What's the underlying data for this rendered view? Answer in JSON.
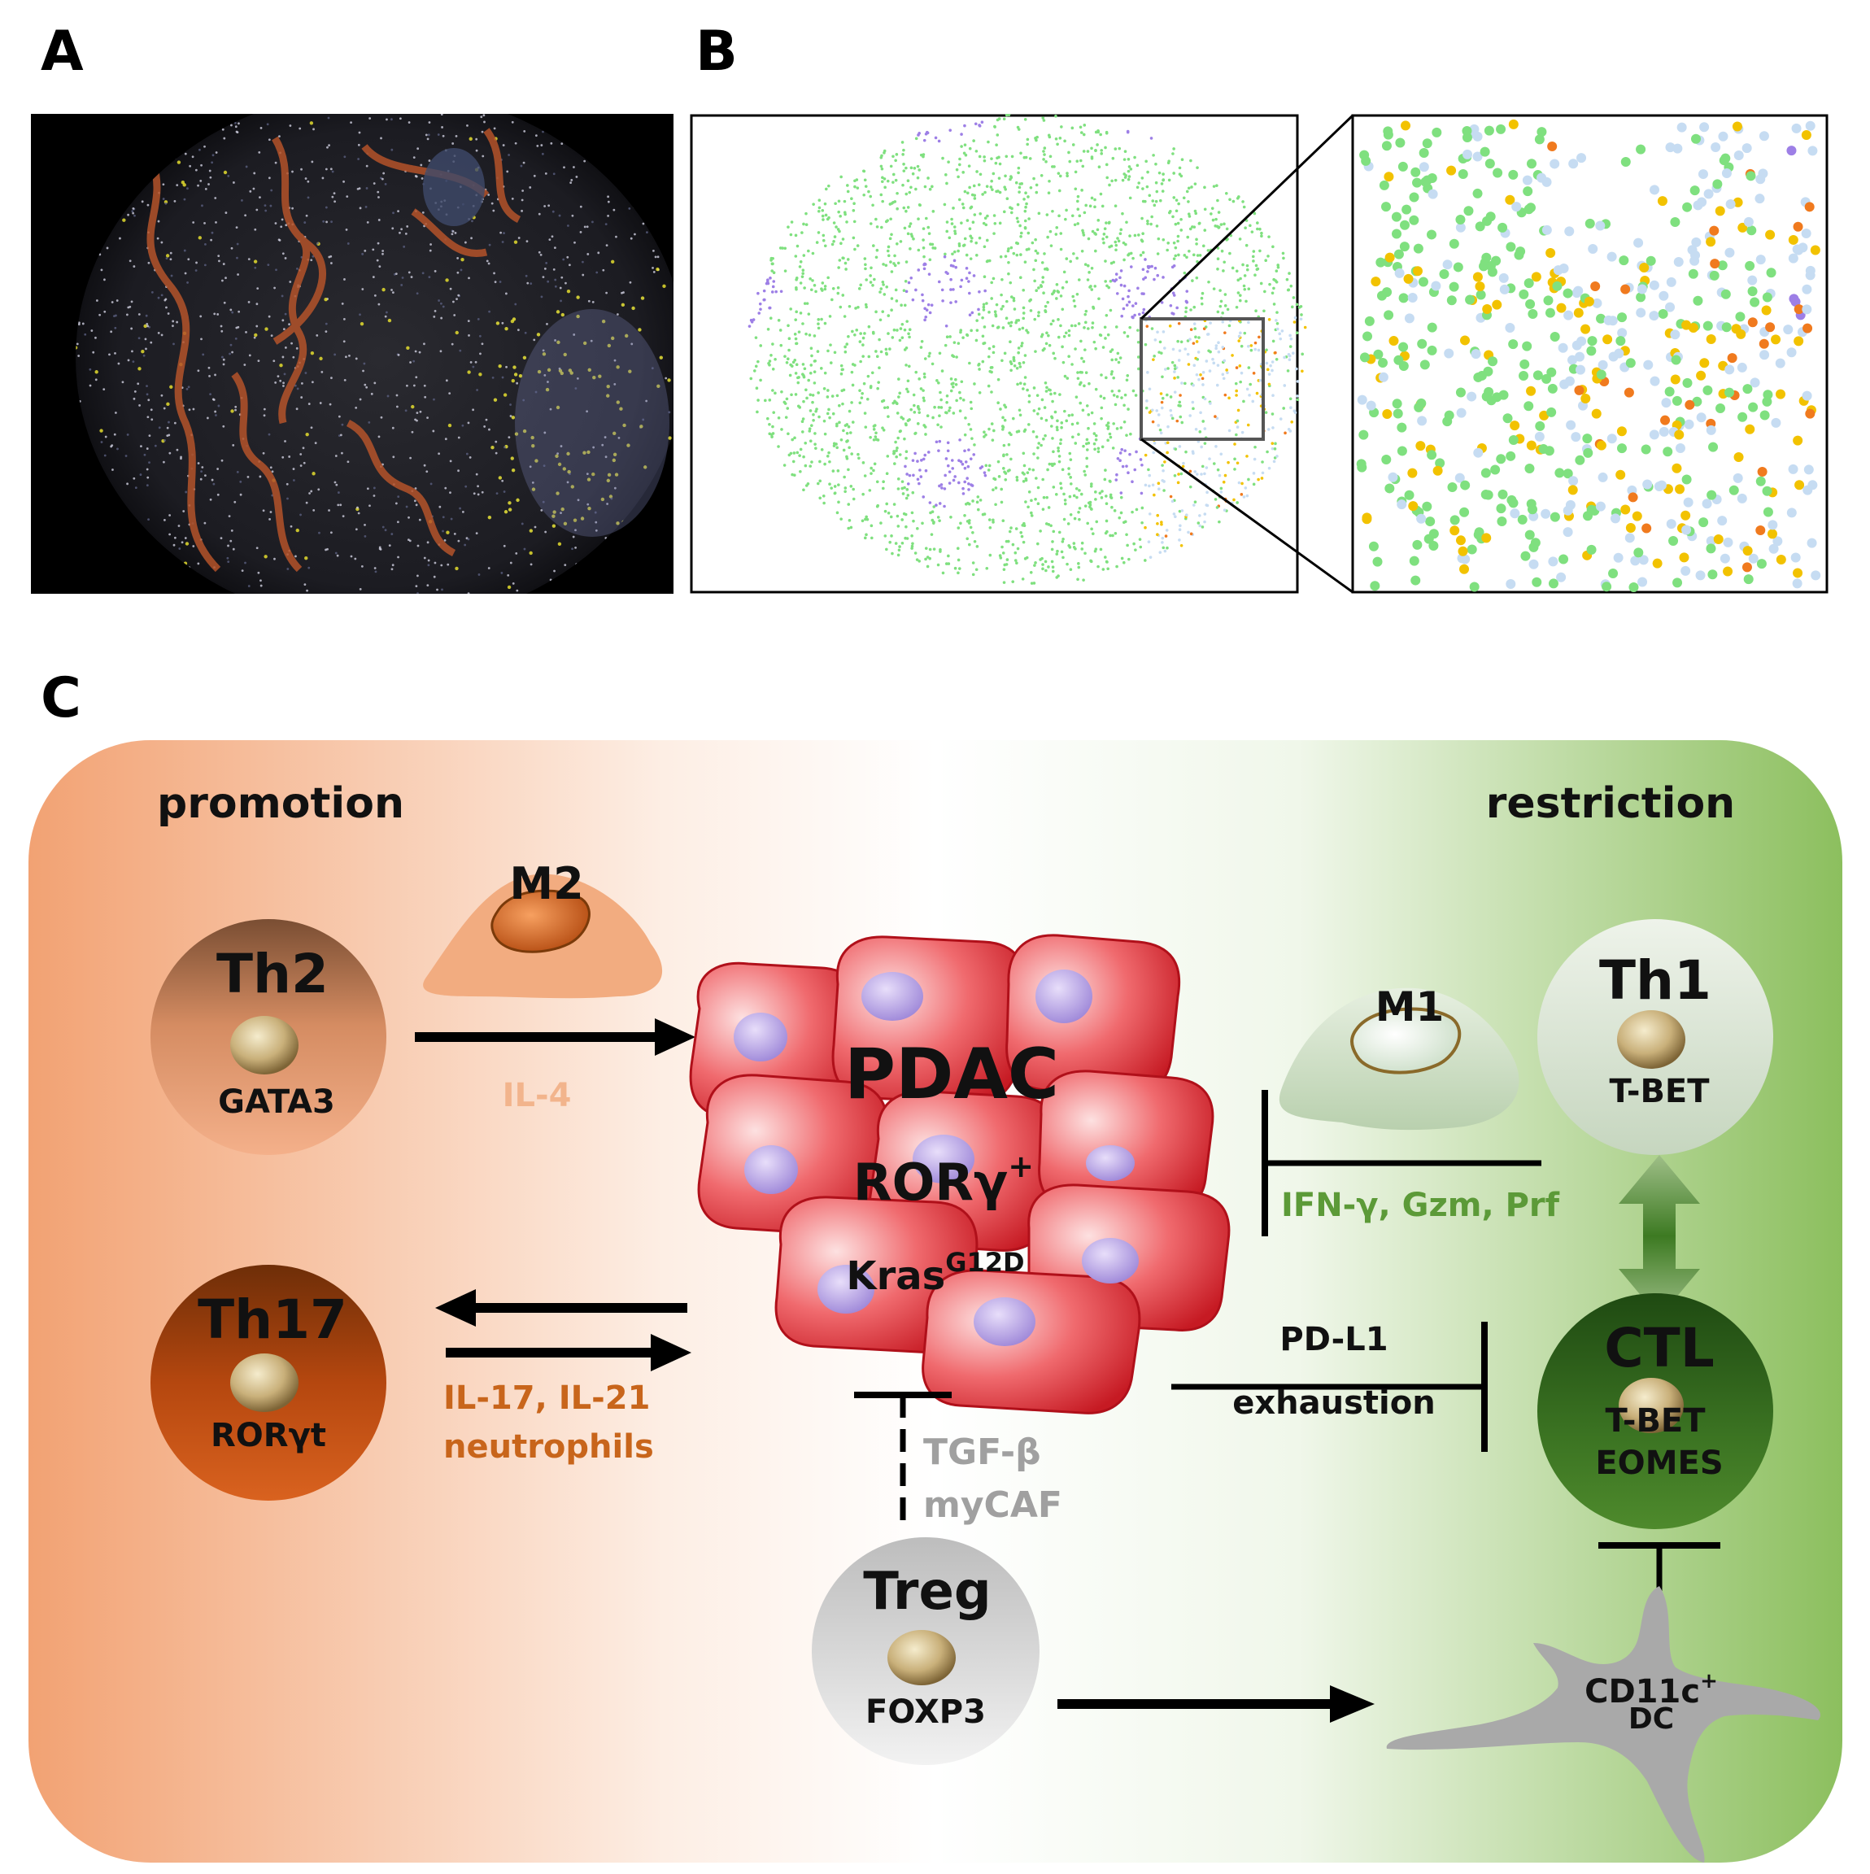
{
  "panels": {
    "a": "A",
    "b": "B",
    "c": "C"
  },
  "colors": {
    "promotion_bg": "#f2a273",
    "restriction_bg": "#8cbf5e",
    "pdac_cell": "#e33b41",
    "nucleus": "#b8a8e0",
    "arrow": "#000000",
    "cytokine_orange": "#c8651b",
    "cytokine_light_orange": "#f2b48c",
    "cytokine_green": "#5c9a38",
    "grey_text": "#a0a0a0",
    "dot_green": "#7fe07f",
    "dot_purple": "#9d7fe6",
    "dot_lightblue": "#c6dcf2",
    "dot_yellow": "#f2c200",
    "dot_orange": "#f07a1e"
  },
  "diagram": {
    "promotion": "promotion",
    "restriction": "restriction",
    "th2": {
      "name": "Th2",
      "tf": "GATA3"
    },
    "m2": "M2",
    "il4": "IL-4",
    "th17": {
      "name": "Th17",
      "tf": "RORγt"
    },
    "il17": "IL-17, IL-21",
    "neutrophils": "neutrophils",
    "pdac": "PDAC",
    "rorg": "RORγ",
    "rorg_sup": "+",
    "kras": "Kras",
    "kras_sup": "G12D",
    "m1": "M1",
    "th1": {
      "name": "Th1",
      "tf": "T-BET"
    },
    "ifn": "IFN-γ, Gzm, Prf",
    "pdl1": "PD-L1",
    "exhaustion": "exhaustion",
    "ctl": {
      "name": "CTL",
      "tf1": "T-BET",
      "tf2": "EOMES"
    },
    "tgfb": "TGF-β",
    "mycaf": "myCAF",
    "treg": {
      "name": "Treg",
      "tf": "FOXP3"
    },
    "dc": "CD11c",
    "dc_sup": "+",
    "dc2": "DC"
  }
}
